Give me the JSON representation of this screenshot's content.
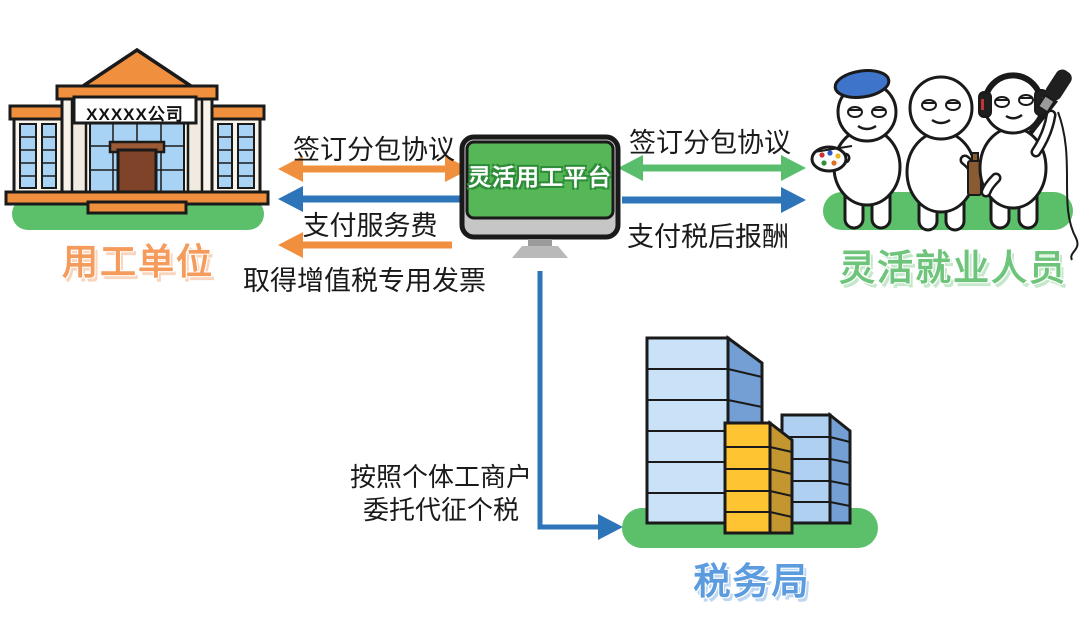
{
  "colors": {
    "ink": "#1a1a1a",
    "orange": "#F0903E",
    "blue": "#2E74B9",
    "green": "#58BE6E",
    "grass": "#5CBF6A",
    "screen_green": "#55B755",
    "window_blue": "#A9D3F4",
    "front_light_blue": "#C9E2F8",
    "front_blue2": "#AFD0F0",
    "side_blue": "#739FD4",
    "yellow": "#FFC432",
    "side_yellow": "#C39630",
    "door_brown": "#7E4328",
    "tool_brown": "#8A5A33",
    "bezel_gray": "#C6C6C6",
    "stand_gray": "#B9B9B9",
    "beret_blue": "#3E74C9",
    "caption_orange": "#F59B5C",
    "caption_green": "#6EC47A",
    "caption_blue": "#5B9BDE"
  },
  "nodes": {
    "employer": {
      "sign": "XXXXX公司",
      "caption": "用工单位"
    },
    "platform": {
      "label": "灵活用工平台"
    },
    "workers": {
      "caption": "灵活就业人员"
    },
    "tax_bureau": {
      "caption": "税务局"
    }
  },
  "flows": {
    "left_sign": "签订分包协议",
    "left_service_fee": "支付服务费",
    "left_invoice": "取得增值税专用发票",
    "right_sign": "签订分包协议",
    "right_pay": "支付税后报酬",
    "tax_delegate_line1": "按照个体工商户",
    "tax_delegate_line2": "委托代征个税"
  }
}
